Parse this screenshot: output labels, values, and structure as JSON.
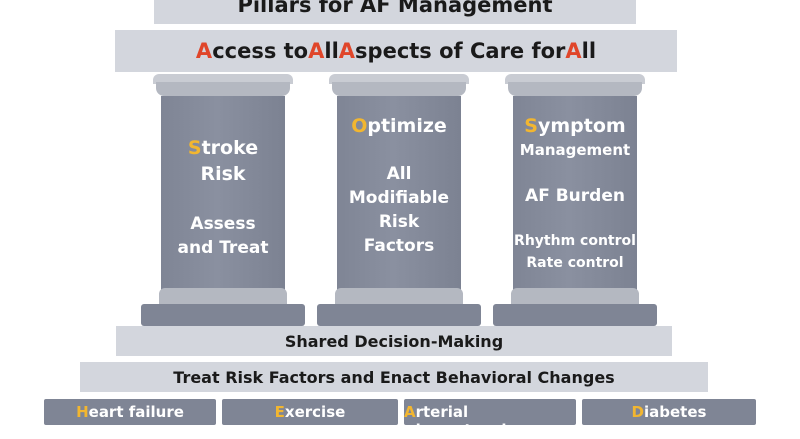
{
  "roof": {
    "text": "Pillars for AF Management"
  },
  "access": {
    "parts": [
      "A",
      "ccess to ",
      "A",
      "ll ",
      "A",
      "spects of Care for ",
      "A",
      "ll"
    ]
  },
  "pillars": [
    {
      "title_initial": "S",
      "title_rest": "troke",
      "title_line2": "Risk",
      "body": [
        "Assess",
        "and Treat"
      ]
    },
    {
      "title_initial": "O",
      "title_rest": "ptimize",
      "body": [
        "All",
        "Modifiable",
        "Risk",
        "Factors"
      ]
    },
    {
      "title_initial": "S",
      "title_rest": "ymptom",
      "title_line2": "Management",
      "body_main": "AF Burden",
      "body": [
        "Rhythm control",
        "Rate control"
      ]
    }
  ],
  "foundation": {
    "shared": "Shared Decision-Making",
    "risk": "Treat Risk Factors and Enact Behavioral Changes"
  },
  "risk_factors": [
    {
      "initial": "H",
      "rest": "eart failure"
    },
    {
      "initial": "E",
      "rest": "xercise"
    },
    {
      "initial": "A",
      "rest": "rterial hypertension"
    },
    {
      "initial": "D",
      "rest": "iabetes"
    }
  ],
  "colors": {
    "accent_red": "#e0462a",
    "accent_yellow": "#f2b630",
    "pillar_gray": "#7f8595",
    "band_gray": "#d3d6dd"
  }
}
